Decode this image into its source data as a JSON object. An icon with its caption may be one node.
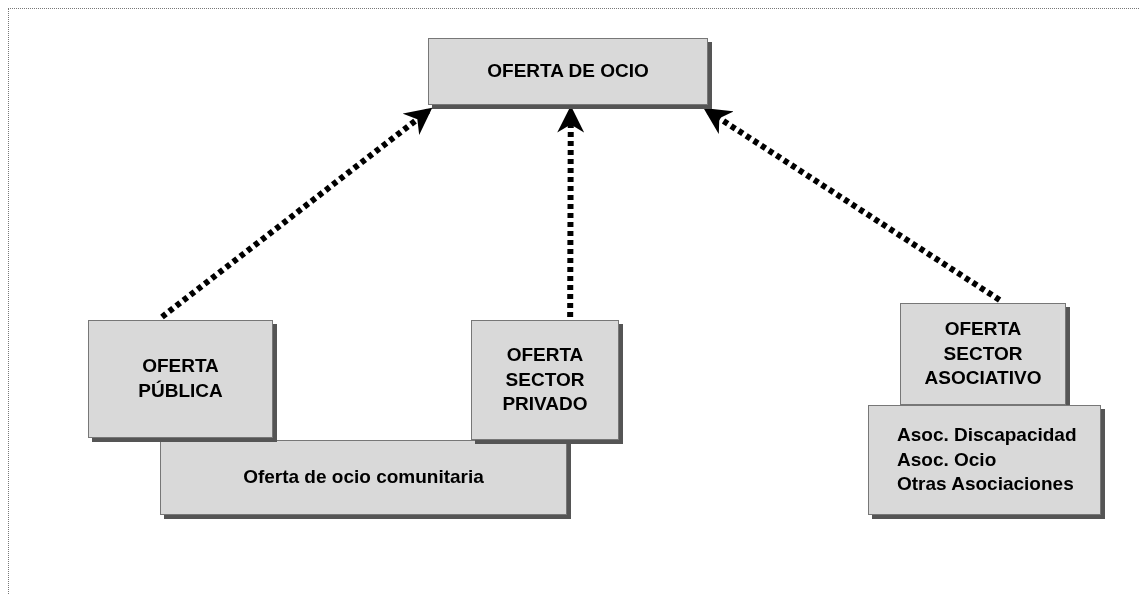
{
  "diagram": {
    "nodes": [
      {
        "text": [
          "OFERTA DE OCIO"
        ]
      },
      {
        "text": [
          "OFERTA PÚBLICA"
        ]
      },
      {
        "text": [
          "Oferta de ocio comunitaria"
        ]
      },
      {
        "text": [
          "OFERTA SECTOR PRIVADO"
        ]
      },
      {
        "text": [
          "OFERTA SECTOR ASOCIATIVO"
        ]
      },
      {
        "text": [
          "Asoc. Discapacidad",
          "Asoc. Ocio",
          "Otras Asociaciones"
        ]
      }
    ],
    "edges": [
      {
        "from": 1,
        "to": 0,
        "arrow": "to",
        "style": "dashed"
      },
      {
        "from": 3,
        "to": 0,
        "arrow": "to",
        "style": "dashed"
      },
      {
        "from": 4,
        "to": 0,
        "arrow": "to",
        "style": "dashed"
      }
    ]
  }
}
